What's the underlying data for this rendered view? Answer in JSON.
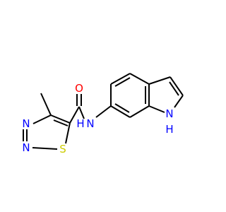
{
  "molecule": {
    "atom_labels": {
      "carbonyl_oxygen": {
        "text": "O",
        "color": "#ff0000"
      },
      "amide_nitrogen": {
        "text": "N",
        "color": "#0000ff"
      },
      "amide_hydrogen": {
        "text": "H",
        "color": "#0000ff"
      },
      "indole_nitrogen": {
        "text": "N",
        "color": "#0000ff"
      },
      "indole_hydrogen": {
        "text": "H",
        "color": "#0000ff"
      },
      "thiadiazole_sulfur": {
        "text": "S",
        "color": "#cccc00"
      },
      "thiadiazole_n_upper": {
        "text": "N",
        "color": "#0000ff"
      },
      "thiadiazole_n_lower": {
        "text": "N",
        "color": "#0000ff"
      }
    },
    "bond_color": "#000000"
  }
}
